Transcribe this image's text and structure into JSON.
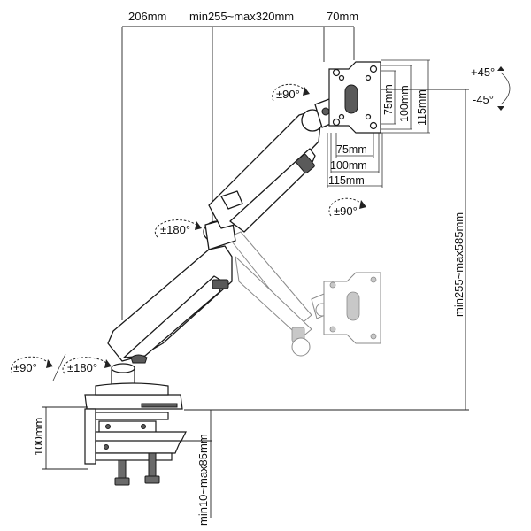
{
  "dimensions": {
    "top_left": "206mm",
    "top_middle": "min255~max320mm",
    "top_right": "70mm",
    "vesa_v_75": "75mm",
    "vesa_v_100": "100mm",
    "vesa_v_115": "115mm",
    "vesa_h_75": "75mm",
    "vesa_h_100": "100mm",
    "vesa_h_115": "115mm",
    "height_range": "min255~max585mm",
    "clamp_height": "100mm",
    "desk_thickness": "min10~max85mm"
  },
  "rotations": {
    "tilt_up": "+45°",
    "tilt_down": "-45°",
    "head_swivel": "±90°",
    "elbow": "±180°",
    "pivot_right": "±90°",
    "base_a": "±90°",
    "base_b": "±180°"
  }
}
